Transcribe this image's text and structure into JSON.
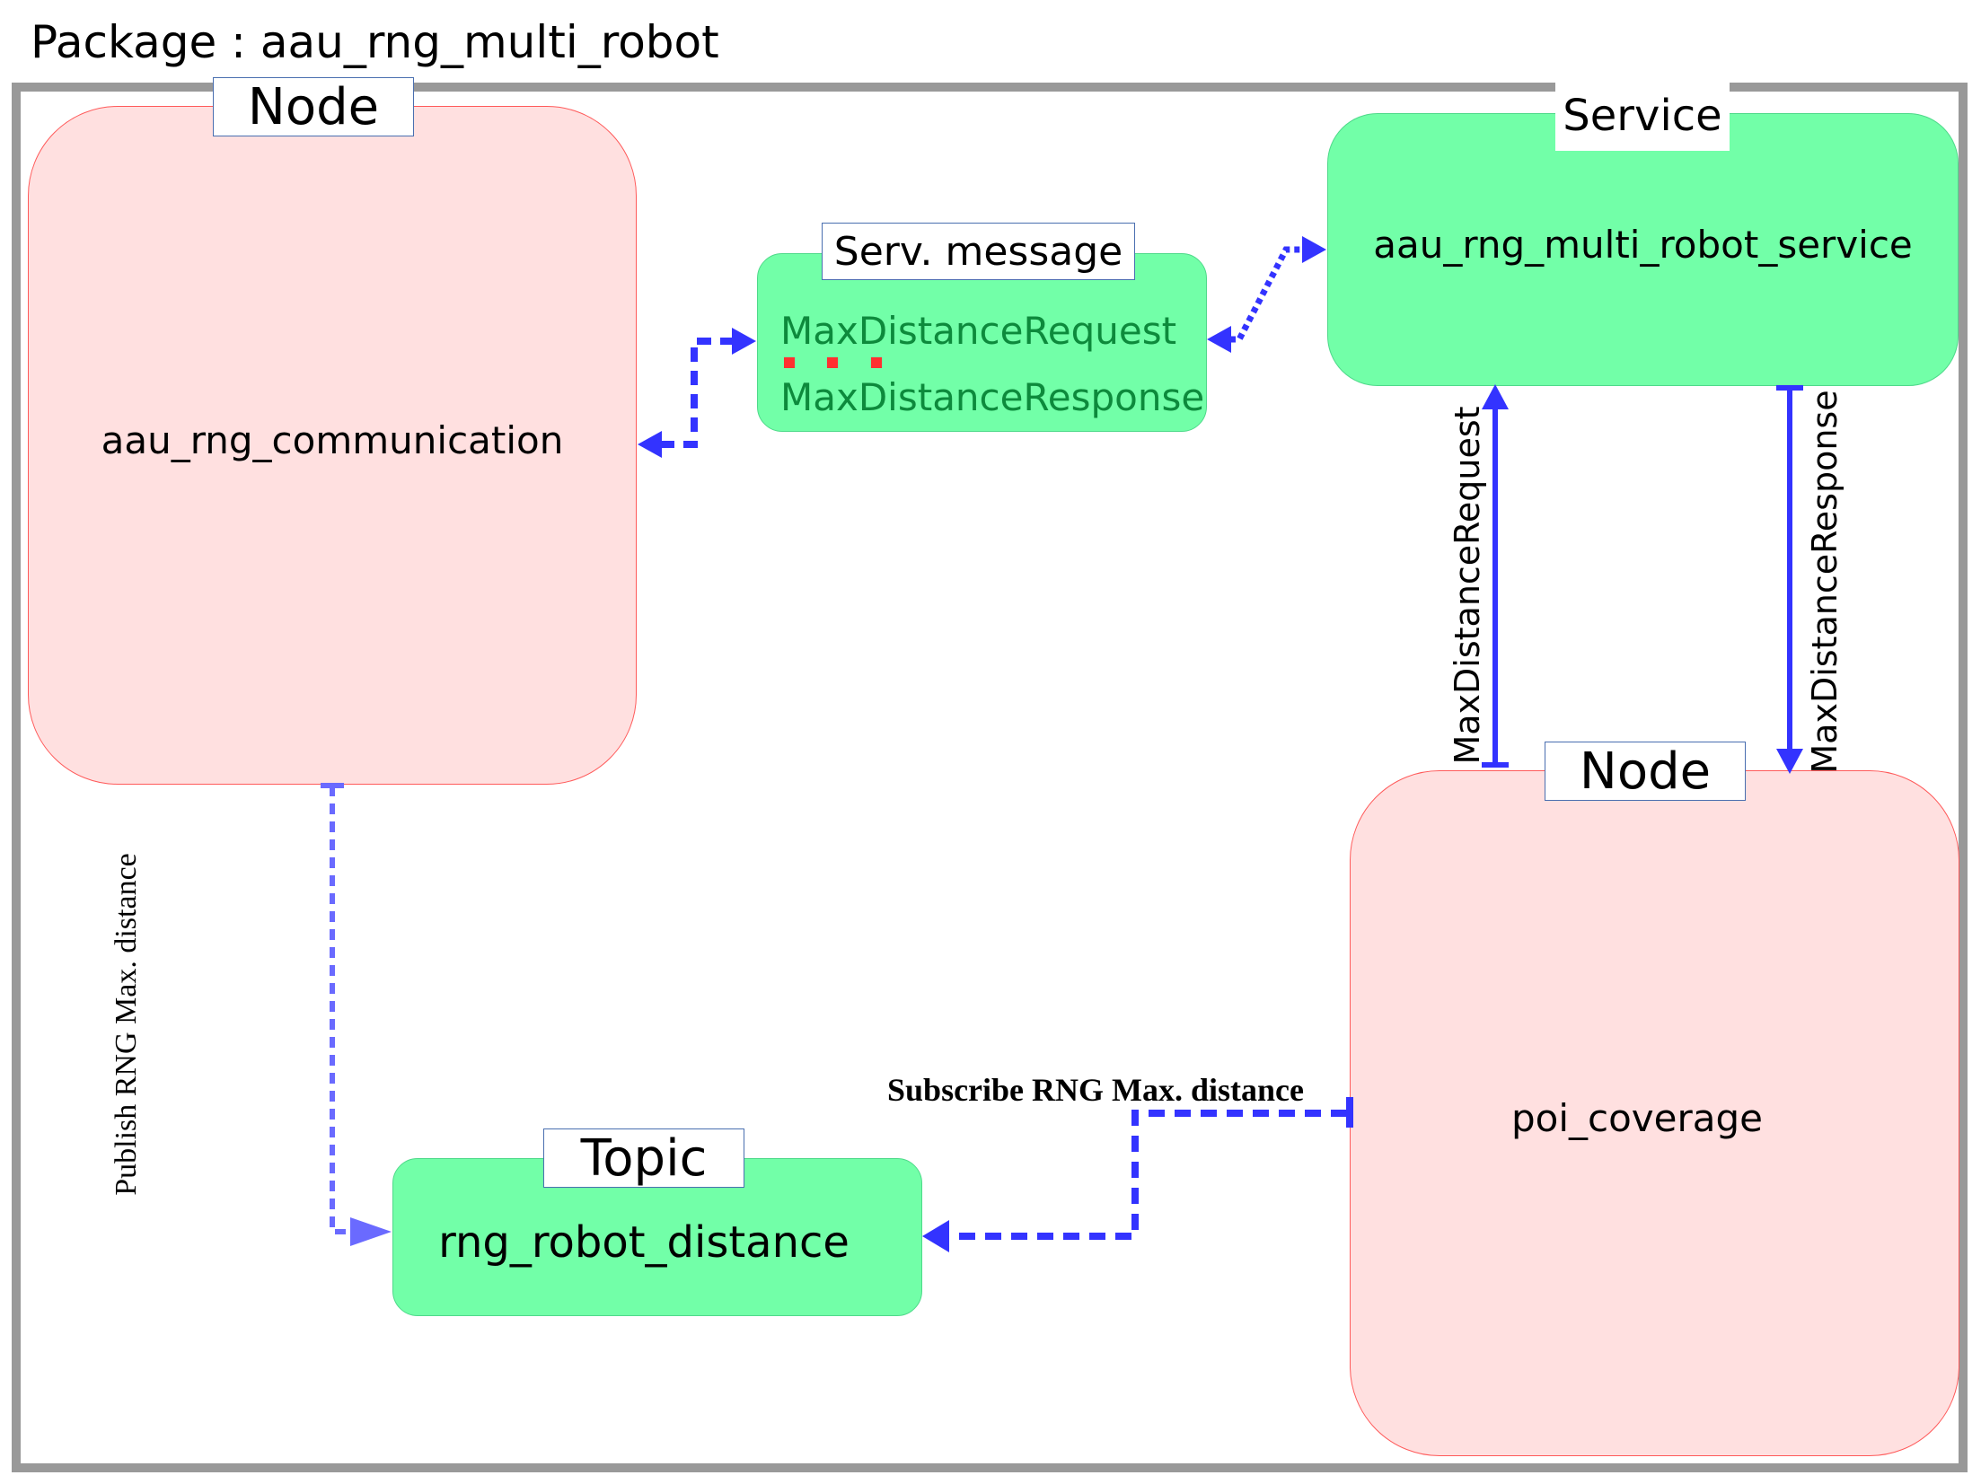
{
  "package_title": "Package : aau_rng_multi_robot",
  "node_comm": {
    "tag": "Node",
    "name": "aau_rng_communication"
  },
  "serv_message": {
    "tag": "Serv. message",
    "request": "MaxDistanceRequest",
    "response": "MaxDistanceResponse"
  },
  "service": {
    "tag": "Service",
    "name": "aau_rng_multi_robot_service"
  },
  "node_poi": {
    "tag": "Node",
    "name": "poi_coverage"
  },
  "topic": {
    "tag": "Topic",
    "name": "rng_robot_distance"
  },
  "edges": {
    "publish": "Publish RNG Max. distance",
    "subscribe": "Subscribe RNG Max. distance",
    "request": "MaxDistanceRequest",
    "response": "MaxDistanceResponse"
  },
  "colors": {
    "node_fill": "#ffe0e0",
    "node_border": "#ff5a5a",
    "green_fill": "#72ffa8",
    "arrow_blue": "#3333ff",
    "arrow_light_blue": "#6a6aff",
    "frame_gray": "#999999",
    "message_text": "#0d8a3c",
    "separator_red": "#ff3030"
  }
}
